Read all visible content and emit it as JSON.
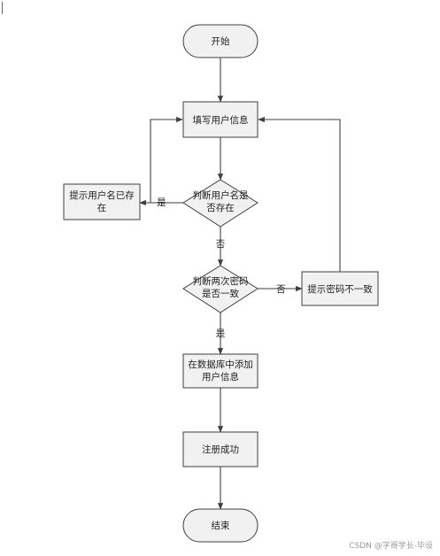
{
  "nodes": {
    "start": "开始",
    "fill_info": "填写用户信息",
    "check_exists_l1": "判断用户名是",
    "check_exists_l2": "否存在",
    "prompt_exists_l1": "提示用户名已存",
    "prompt_exists_l2": "在",
    "check_pwd_l1": "判断两次密码",
    "check_pwd_l2": "是否一致",
    "prompt_pwd": "提示密码不一致",
    "add_db_l1": "在数据库中添加",
    "add_db_l2": "用户信息",
    "success": "注册成功",
    "end": "结束"
  },
  "edges": {
    "yes": "是",
    "no": "否"
  },
  "watermark": "CSDN @字哥学长-毕设"
}
